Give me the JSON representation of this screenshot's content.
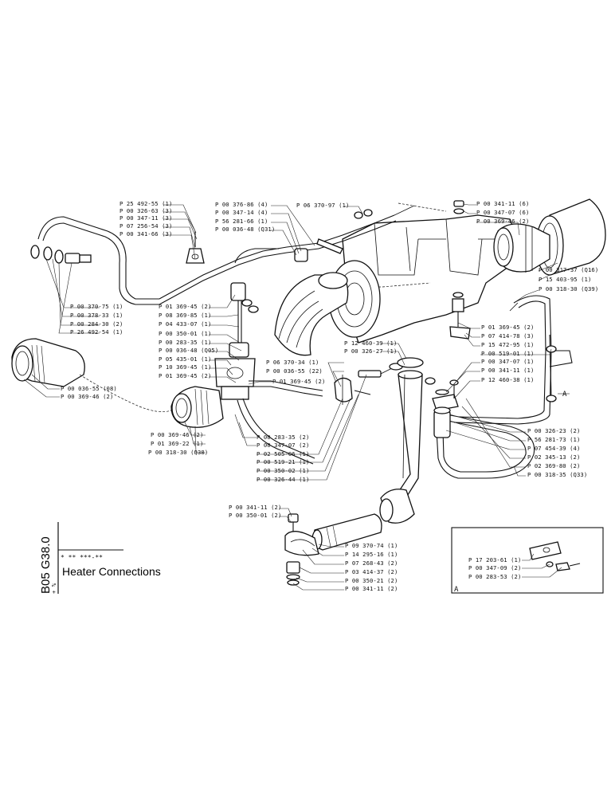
{
  "title": "Heater Connections",
  "section_code": "B05 G38.0",
  "section_subcode": "+ %",
  "stars": "* ** ***-**",
  "detail_ref": "A",
  "callout_a": "A",
  "labels": [
    "P 25 492-55 (1)",
    "P 00 326-63 (3)",
    "P 00 347-11 (3)",
    "P 07 256-54 (3)",
    "P 00 341-66 (3)",
    "P 00 376-86 (4)",
    "P 00 347-14 (4)",
    "P 56 281-66 (1)",
    "P 00 036-48 (Q31)",
    "P 06 370-97 (1)",
    "P 00 341-11 (6)",
    "P 00 347-07 (6)",
    "P 00 369-46 (2)",
    "P 00 317-37 (Q16)",
    "P 15 403-95 (1)",
    "P 00 318-30 (Q39)",
    "P 00 370-75 (1)",
    "P 00 378-33 (1)",
    "P 00 284-30 (2)",
    "P 26 492-54 (1)",
    "P 01 369-45 (2)",
    "P 08 369-85 (1)",
    "P 04 433-07 (1)",
    "P 00 350-01 (1)",
    "P 00 283-35 (1)",
    "P 00 036-48 (Q05)",
    "P 05 435-01 (1)",
    "P 10 369-45 (1)",
    "P 01 369-45 (2)",
    "P 12 460-39 (1)",
    "P 00 326-27 (1)",
    "P 01 369-45 (2)",
    "P 07 414-78 (3)",
    "P 15 472-95 (1)",
    "P 00 519-01 (1)",
    "P 00 347-07 (1)",
    "P 00 341-11 (1)",
    "P 12 460-38 (1)",
    "P 06 370-34 (1)",
    "P 00 036-55 (22)",
    "P 01 369-45 (2)",
    "P 00 036-55 (08)",
    "P 00 369-46 (2)",
    "P 00 369-46 (2)",
    "P 01 369-22 (1)",
    "P 00 318-30 (Q38)",
    "P 00 283-35 (2)",
    "P 00 347-07 (2)",
    "P 02 505-06 (1)",
    "P 00 519-21 (1)",
    "P 00 350-02 (1)",
    "P 00 326-44 (1)",
    "P 00 326-23 (2)",
    "P 56 281-73 (1)",
    "P 07 454-39 (4)",
    "P 02 345-13 (2)",
    "P 02 369-80 (2)",
    "P 00 318-35 (Q33)",
    "P 00 341-11 (2)",
    "P 00 350-01 (2)",
    "P 09 370-74 (1)",
    "P 14 295-16 (1)",
    "P 07 268-43 (2)",
    "P 03 414-37 (2)",
    "P 00 350-21 (2)",
    "P 00 341-11 (2)",
    "P 17 203-61 (1)",
    "P 00 347-09 (2)",
    "P 00 283-53 (2)"
  ]
}
